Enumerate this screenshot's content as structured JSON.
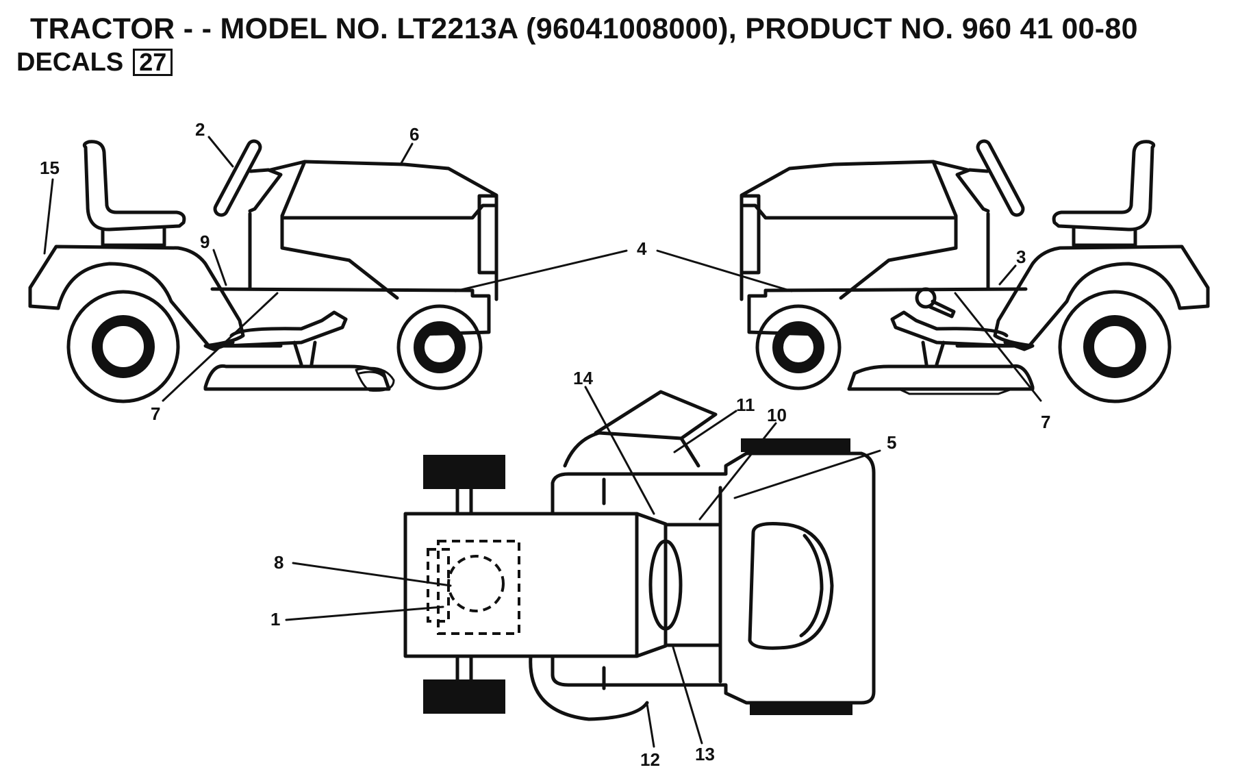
{
  "header": {
    "title": "TRACTOR - - MODEL NO. LT2213A  (96041008000), PRODUCT NO. 960 41 00-80",
    "section_label": "DECALS",
    "section_number": "27"
  },
  "callouts": {
    "c1": "1",
    "c2": "2",
    "c3": "3",
    "c4": "4",
    "c5": "5",
    "c6": "6",
    "c7_left": "7",
    "c7_right": "7",
    "c8": "8",
    "c9": "9",
    "c10": "10",
    "c11": "11",
    "c12": "12",
    "c13": "13",
    "c14": "14",
    "c15": "15"
  }
}
